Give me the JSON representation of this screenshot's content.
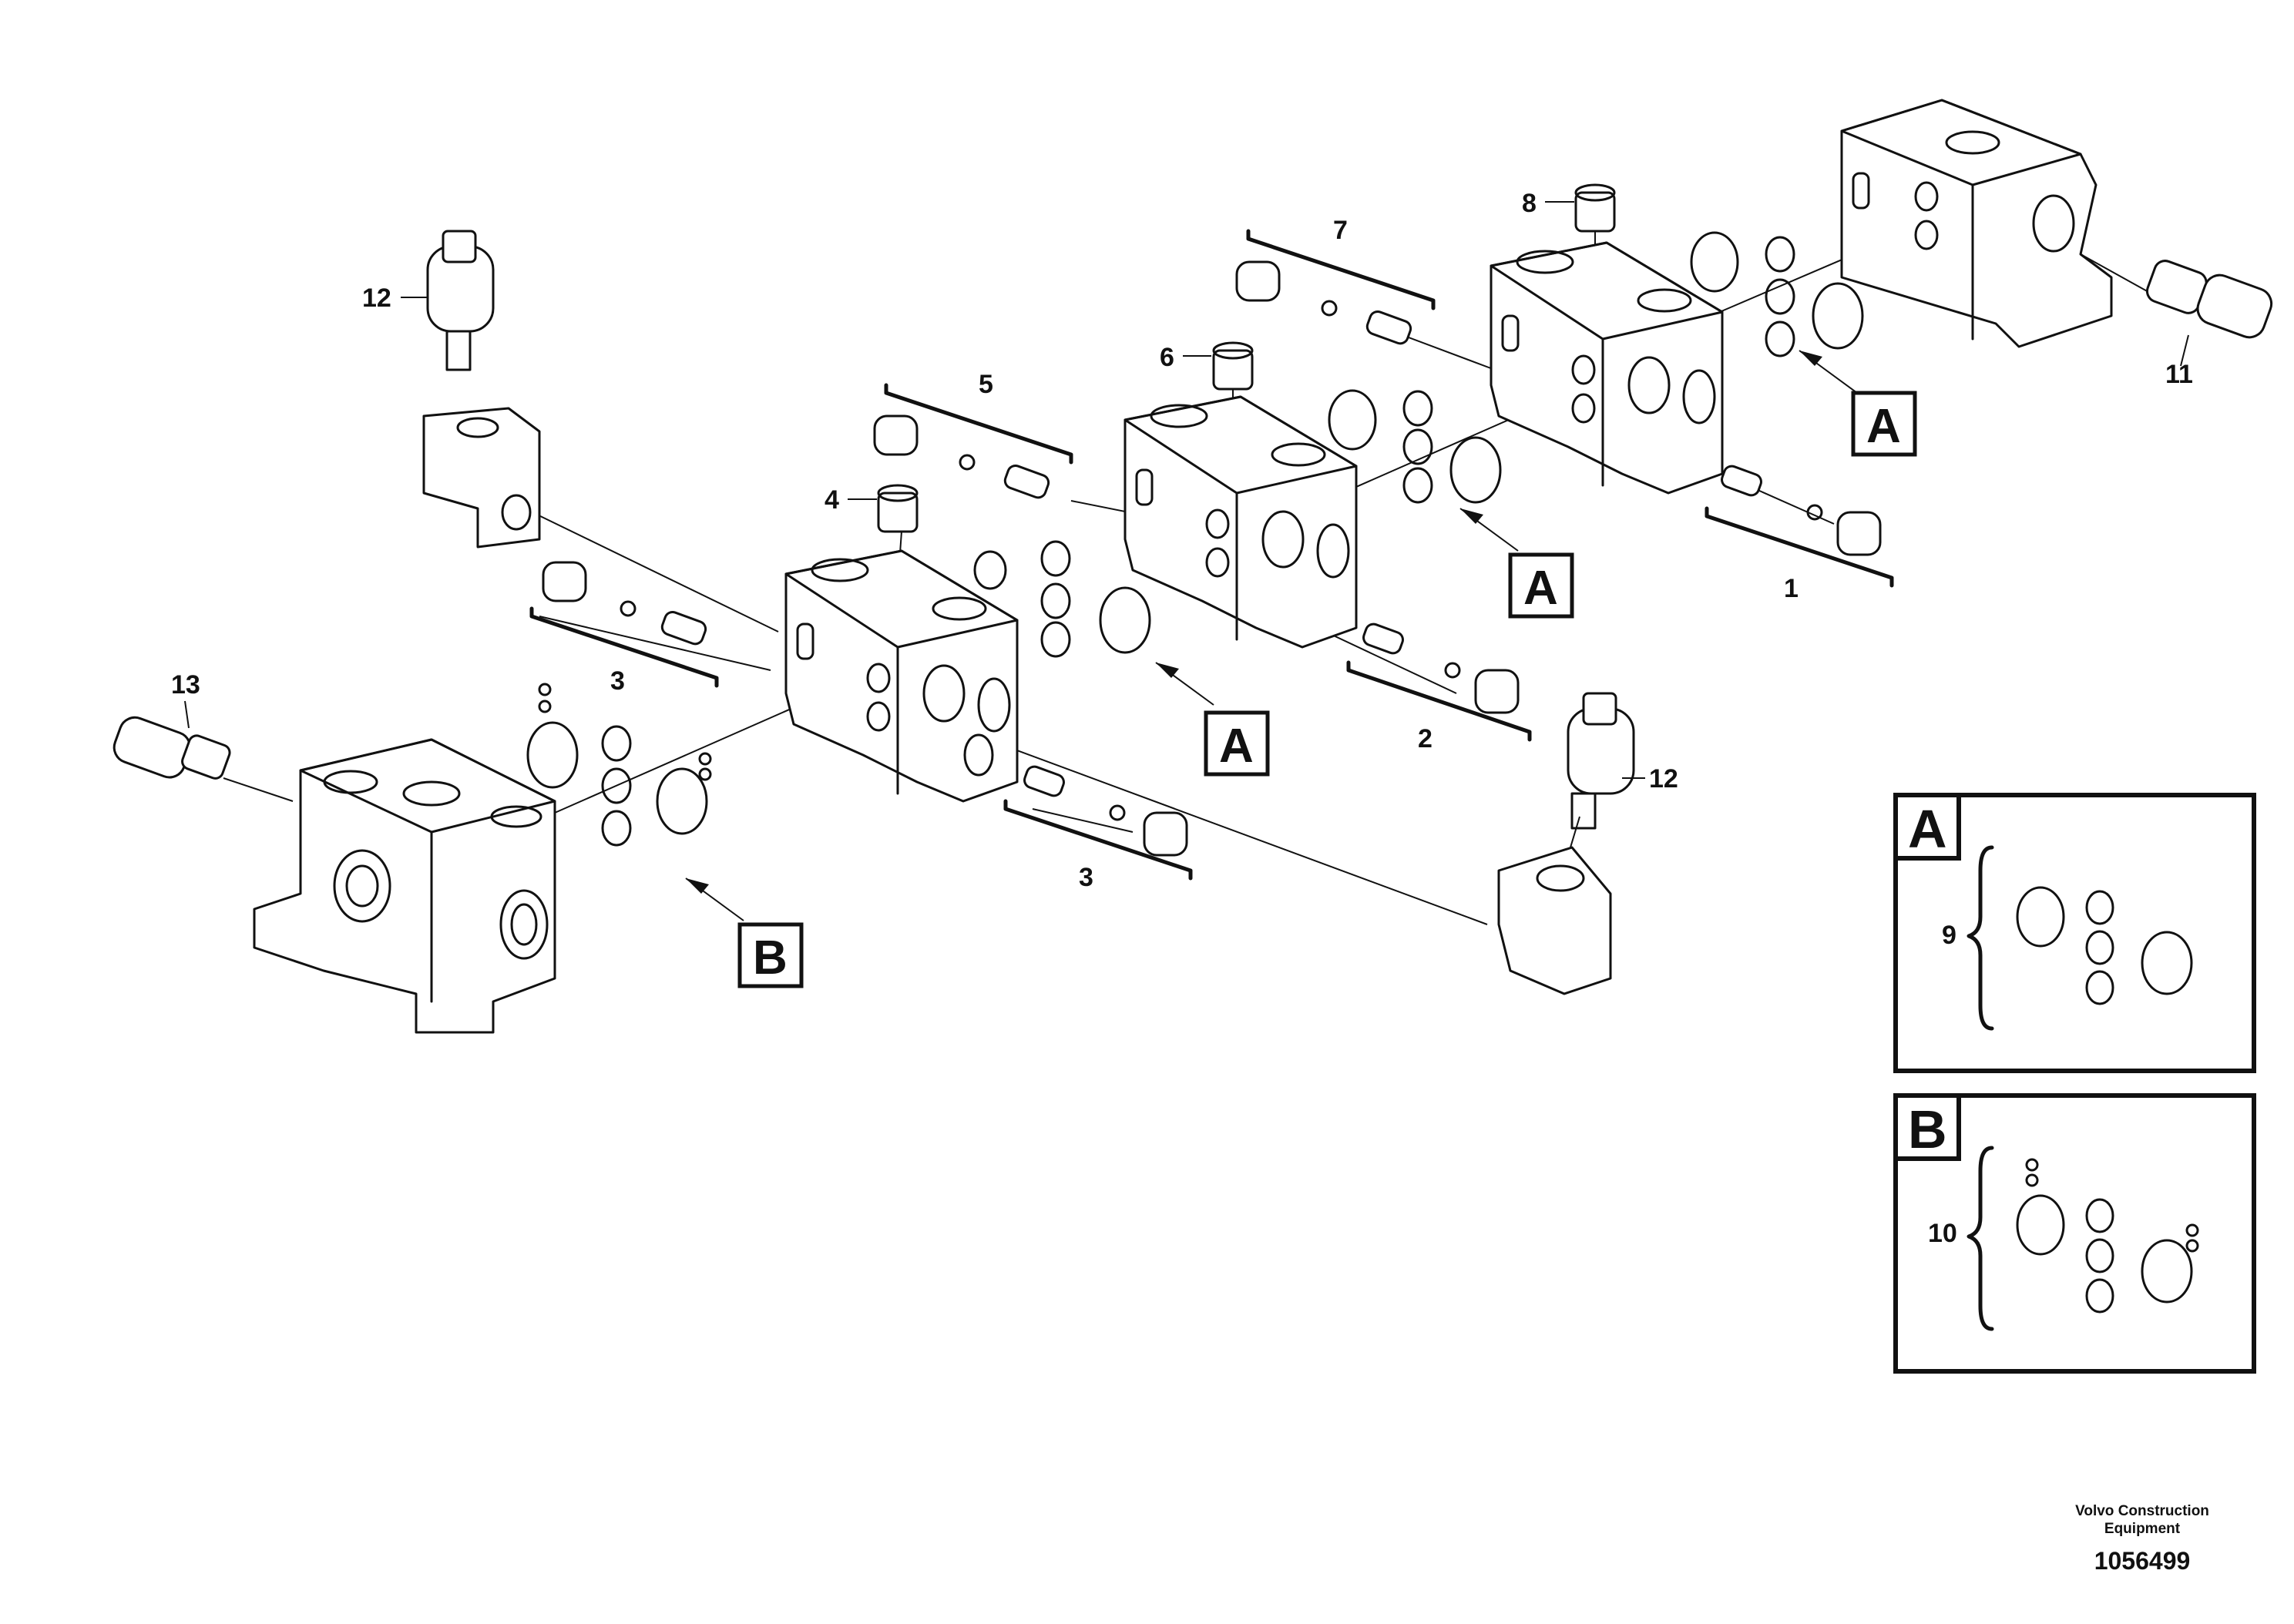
{
  "callouts": {
    "c1": "1",
    "c2": "2",
    "c3a": "3",
    "c3b": "3",
    "c4": "4",
    "c5": "5",
    "c6": "6",
    "c7": "7",
    "c8": "8",
    "c11": "11",
    "c12a": "12",
    "c12b": "12",
    "c13": "13"
  },
  "section_labels": {
    "a1": "A",
    "a2": "A",
    "a3": "A",
    "b1": "B"
  },
  "legend": {
    "box_a": {
      "letter": "A",
      "number": "9"
    },
    "box_b": {
      "letter": "B",
      "number": "10"
    }
  },
  "credit": {
    "line1": "Volvo Construction",
    "line2": "Equipment"
  },
  "doc_number": "1056499"
}
